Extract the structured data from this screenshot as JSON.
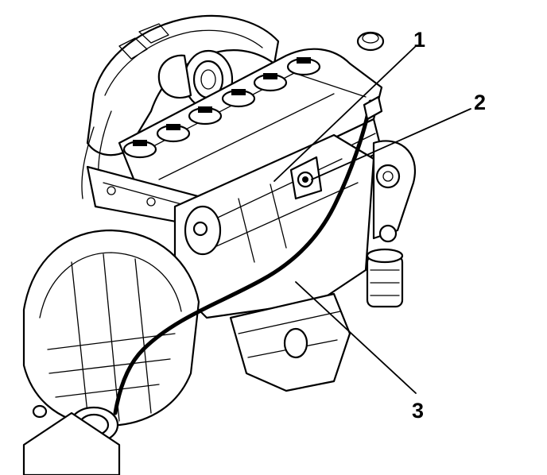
{
  "callouts": [
    {
      "id": "1",
      "label": "1"
    },
    {
      "id": "2",
      "label": "2"
    },
    {
      "id": "3",
      "label": "3"
    }
  ],
  "colors": {
    "ink": "#000000",
    "background": "#ffffff"
  }
}
